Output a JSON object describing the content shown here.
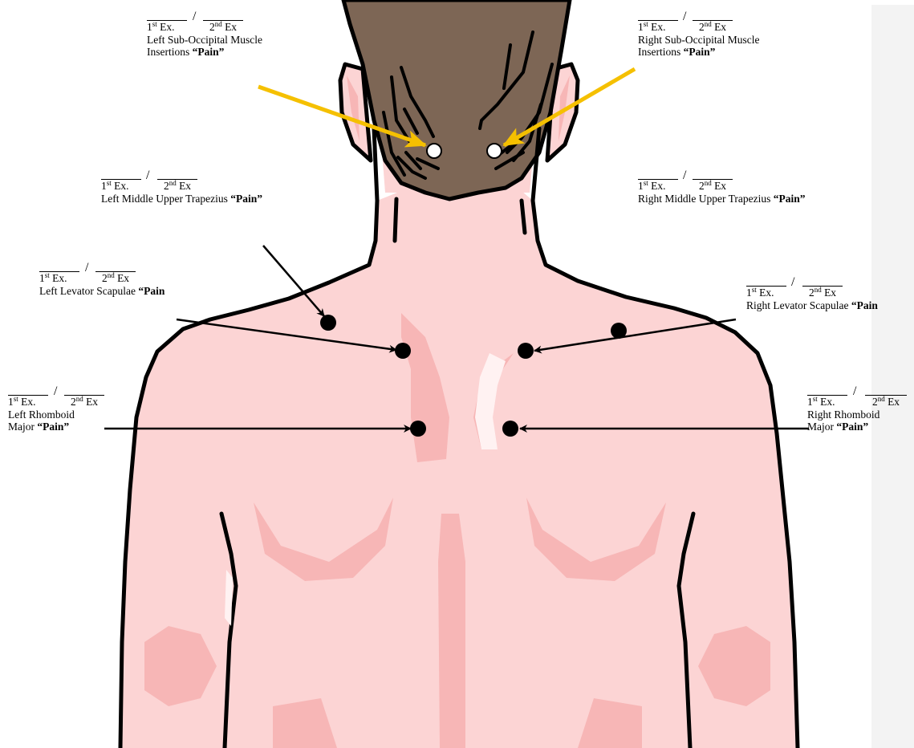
{
  "labels": {
    "left_suboccipital": {
      "ex1": "1",
      "ex1_sup": "st",
      "ex1_suffix": " Ex.",
      "slash": "/",
      "ex2": "2",
      "ex2_sup": "nd",
      "ex2_suffix": " Ex",
      "line1": "Left Sub-Occipital Muscle",
      "line2": "Insertions ",
      "pain": "“Pain”"
    },
    "right_suboccipital": {
      "ex1": "1",
      "ex1_sup": "st",
      "ex1_suffix": " Ex.",
      "slash": "/",
      "ex2": "2",
      "ex2_sup": "nd",
      "ex2_suffix": " Ex",
      "line1": "Right Sub-Occipital Muscle",
      "line2": "Insertions ",
      "pain": "“Pain”"
    },
    "left_middle_upper_trapezius": {
      "ex1": "1",
      "ex1_sup": "st",
      "ex1_suffix": " Ex.",
      "slash": "/",
      "ex2": "2",
      "ex2_sup": "nd",
      "ex2_suffix": " Ex",
      "line1": "Left Middle Upper Trapezius ",
      "pain": "“Pain”"
    },
    "right_middle_upper_trapezius": {
      "ex1": "1",
      "ex1_sup": "st",
      "ex1_suffix": " Ex.",
      "slash": "/",
      "ex2": "2",
      "ex2_sup": "nd",
      "ex2_suffix": " Ex",
      "line1": "Right Middle Upper Trapezius ",
      "pain": "“Pain”"
    },
    "left_levator_scapulae": {
      "ex1": "1",
      "ex1_sup": "st",
      "ex1_suffix": " Ex.",
      "slash": "/",
      "ex2": "2",
      "ex2_sup": "nd",
      "ex2_suffix": " Ex",
      "line1": "Left Levator Scapulae ",
      "pain": "“Pain"
    },
    "right_levator_scapulae": {
      "ex1": "1",
      "ex1_sup": "st",
      "ex1_suffix": " Ex.",
      "slash": "/",
      "ex2": "2",
      "ex2_sup": "nd",
      "ex2_suffix": " Ex",
      "line1": "Right Levator Scapulae ",
      "pain": "“Pain"
    },
    "left_rhomboid_major": {
      "ex1": "1",
      "ex1_sup": "st",
      "ex1_suffix": " Ex.",
      "slash": "/",
      "ex2": "2",
      "ex2_sup": "nd",
      "ex2_suffix": " Ex",
      "line1": "Left Rhomboid",
      "line2": "Major ",
      "pain": "“Pain”"
    },
    "right_rhomboid_major": {
      "ex1": "1",
      "ex1_sup": "st",
      "ex1_suffix": " Ex.",
      "slash": "/",
      "ex2": "2",
      "ex2_sup": "nd",
      "ex2_suffix": " Ex",
      "line1": "Right Rhomboid",
      "line2": "Major ",
      "pain": "“Pain”"
    }
  },
  "colors": {
    "skin": "#fcd4d4",
    "skin_shadow": "#f7b6b6",
    "skin_highlight": "#fff2f2",
    "hair": "#7d6655",
    "outline": "#000000",
    "suboccipital_arrow": "#f5c000",
    "point_fill": "#000000",
    "open_point_fill": "#ffffff",
    "margin_panel": "#f3f3f3"
  },
  "icons": [
    "pain-point-icon",
    "open-pain-point-icon",
    "arrow-icon"
  ]
}
